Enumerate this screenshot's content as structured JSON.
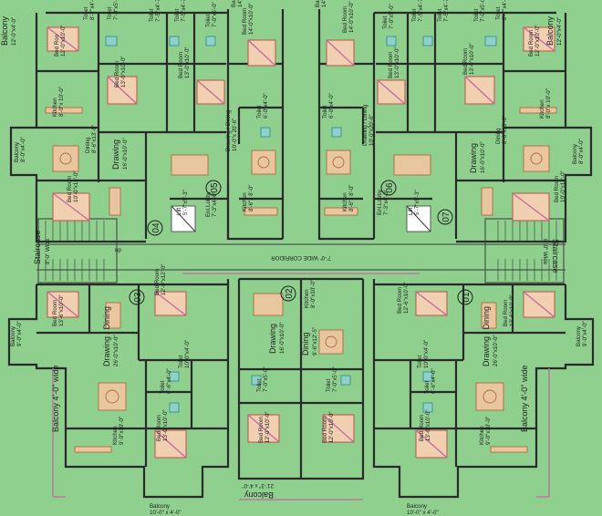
{
  "corridor": "7'-0\" WIDE CORRIDOR",
  "staircase_left": {
    "name": "Staircase",
    "dim": "8'-0\" Wide"
  },
  "staircase_right": {
    "name": "Staircase",
    "dim": "8'-0\" Wide"
  },
  "up": "up",
  "flats": [
    "01",
    "02",
    "03",
    "04",
    "05",
    "06",
    "07"
  ],
  "rooms": {
    "f04_balcony_top": {
      "name": "Balcony",
      "dim": "12'-0\"x4'-0\""
    },
    "f04_toilet1": {
      "name": "Toilet",
      "dim": "8'-7\"x4'-6\""
    },
    "f04_toilet2": {
      "name": "Toilet",
      "dim": "7'-0\"x5'-0\""
    },
    "f04_bed1": {
      "name": "Bed Roo",
      "dim": "12'-0\"x10'-0\""
    },
    "f04_bed2": {
      "name": "Bed Room",
      "dim": "13'-0\"x10'-0\""
    },
    "f04_kitchen": {
      "name": "Kitchen",
      "dim": "8'-0\"x 10'-0\""
    },
    "f04_balcony_mid": {
      "name": "Balcony",
      "dim": "8'-0\"x4'-0\""
    },
    "f04_dining": {
      "name": "Dining",
      "dim": "8'-6\"x13'-0\""
    },
    "f04_drawing": {
      "name": "Drawing",
      "dim": "16'-0\"x10'-0\""
    },
    "f04_bed3": {
      "name": "Bed Room",
      "dim": "10'-0\"x13'-0\""
    },
    "f05_toilet1": {
      "name": "Toilet",
      "dim": "7'-5\"x4'-7\""
    },
    "f05_toilet2": {
      "name": "Toilet",
      "dim": "7'-5\"x4'-7\""
    },
    "f05_toilet3": {
      "name": "Toilet",
      "dim": "7'-0\"x5'-0\""
    },
    "f05_balcony": {
      "name": "Balcony",
      "dim": "14'-0\"x4'-0\""
    },
    "f05_bed1": {
      "name": "Bed Room",
      "dim": "14'-0\"x10'-0\""
    },
    "f05_bed2": {
      "name": "Bed Room",
      "dim": "13'-0\"x10'-0\""
    },
    "f05_toilet4": {
      "name": "Toilet",
      "dim": "6'-0\"x4'-0\""
    },
    "f05_drawing": {
      "name": "Drawing / Dining",
      "dim": "10'-0\"x 20'-6\""
    },
    "f05_lift": {
      "name": "Lift",
      "dim": "5'-7\"x5'-3\""
    },
    "f05_lobby": {
      "name": "Ent.Lobby",
      "dim": "7'-3\"x4'-0\""
    },
    "f05_kitchen": {
      "name": "Kitchen",
      "dim": "8'-6\"x 8'-0\""
    },
    "f06_balcony": {
      "name": "Balcony",
      "dim": "14'-0\"x4'-0\""
    },
    "f06_toilet1": {
      "name": "Toilet",
      "dim": "7'-0\"x5'-0\""
    },
    "f06_toilet2": {
      "name": "Toilet",
      "dim": "7'-5\"x4'-7\""
    },
    "f06_toilet3": {
      "name": "Toilet",
      "dim": "7'-5\"x4'-7\""
    },
    "f06_bed1": {
      "name": "Bed Room",
      "dim": "14'-0\"x10'-0\""
    },
    "f06_bed2": {
      "name": "Bed Room",
      "dim": "13'-0\"x10'-0\""
    },
    "f06_toilet4": {
      "name": "Toilet",
      "dim": "6'-0\"x4'-0\""
    },
    "f06_drawing": {
      "name": "Drawing / Dining",
      "dim": "10'-0\"x20'-6\""
    },
    "f06_lobby": {
      "name": "Ent.Lobby",
      "dim": "7'-3\"x4'-0\""
    },
    "f06_lift": {
      "name": "Lift",
      "dim": "5'-7\"x5'-3\""
    },
    "f06_kitchen": {
      "name": "Kitchen",
      "dim": "8'-6\"x 8'-0\""
    },
    "f07_toilet1": {
      "name": "Toilet",
      "dim": "7'-0\"x5'-0\""
    },
    "f07_toilet2": {
      "name": "Toilet",
      "dim": "8'-7\"x4'-6\""
    },
    "f07_balcony_top": {
      "name": "Balcony",
      "dim": "12'-0\"x4'-0\""
    },
    "f07_bed1": {
      "name": "Bed Room",
      "dim": "13'-0\"x10'-0\""
    },
    "f07_bed2": {
      "name": "Bed Room",
      "dim": "12'-0\"x10'-0\""
    },
    "f07_kitchen": {
      "name": "Kitchen",
      "dim": "8'-0\"x 10'-0\""
    },
    "f07_dining": {
      "name": "Dining",
      "dim": "8'-6\"x13'-0\""
    },
    "f07_drawing": {
      "name": "Drawing",
      "dim": "16'-0\"x10'-0\""
    },
    "f07_balcony_mid": {
      "name": "Balcony",
      "dim": "8'-0\"x4'-0\""
    },
    "f07_bed3": {
      "name": "Bed Room",
      "dim": "10'-0\"x13'-0\""
    },
    "f03_bed1": {
      "name": "Bed Room",
      "dim": "12'-0\"x12'-0\""
    },
    "f03_bed2": {
      "name": "Bed Room",
      "dim": "13'-6\"x10'-0\""
    },
    "f03_balcony_side": {
      "name": "Balcony",
      "dim": "9'-0\"x4'-0\""
    },
    "f03_drawing": {
      "name": "Drawing / Dining",
      "dim": "26'-0\"x10'-0\""
    },
    "f03_toilet1": {
      "name": "Toilet",
      "dim": "6'-6\"x4'-0\""
    },
    "f03_toilet2": {
      "name": "Toilet",
      "dim": "10'-0\"x4'-0\""
    },
    "f03_balcony_long": {
      "name": "Balcony 4'-0\" wide",
      "dim": ""
    },
    "f03_kitchen": {
      "name": "Kitchen",
      "dim": "9'-0\"x10'-0\""
    },
    "f03_bed3": {
      "name": "Bed Room",
      "dim": "13'-0\"x10'-0\""
    },
    "f03_balcony_bottom": {
      "name": "Balcony",
      "dim": "10'-0\" x 4'-0\""
    },
    "f02_kitchen": {
      "name": "Kitchen",
      "dim": "8'-0\"x10'-0\""
    },
    "f02_drawing": {
      "name": "Drawing",
      "dim": "16'-0\"x10'-0\""
    },
    "f02_dining": {
      "name": "Dining",
      "dim": "9'-6\"x12'-5\""
    },
    "f02_toilet1": {
      "name": "Toilet",
      "dim": "7'-0\"x5'-0\""
    },
    "f02_toilet2": {
      "name": "Toilet",
      "dim": "7'-0\"x5'-0\""
    },
    "f02_bed1": {
      "name": "Bed Room",
      "dim": "12'-0\"x10'-0\""
    },
    "f02_bed2": {
      "name": "Bed Room",
      "dim": "12'-0\"x10'-0\""
    },
    "f02_balcony": {
      "name": "Balcony",
      "dim": "21'-3\" x 4'-0\""
    },
    "f01_bed1": {
      "name": "Bed Room",
      "dim": "12'-6\"x10'-0\""
    },
    "f01_bed2": {
      "name": "Bed Room",
      "dim": "13'-6\"x10'-0\""
    },
    "f01_balcony_side": {
      "name": "Balcony",
      "dim": "9'-0\"x4'-0\""
    },
    "f01_drawing": {
      "name": "Drawing / Dining",
      "dim": "26'-0\"x10'-0\""
    },
    "f01_toilet1": {
      "name": "Toilet",
      "dim": "6'-6\"x4'-0\""
    },
    "f01_toilet2": {
      "name": "Toilet",
      "dim": "10'-0\"x4'-0\""
    },
    "f01_balcony_long": {
      "name": "Balcony 4'-0\" wide",
      "dim": ""
    },
    "f01_kitchen": {
      "name": "Kitchen",
      "dim": "9'-0\"x10'-0\""
    },
    "f01_bed3": {
      "name": "Bed Room",
      "dim": "13'-0\"x10'-0\""
    },
    "f01_balcony_bottom": {
      "name": "Balcony",
      "dim": "10'-0\" x 4'-0\""
    }
  }
}
